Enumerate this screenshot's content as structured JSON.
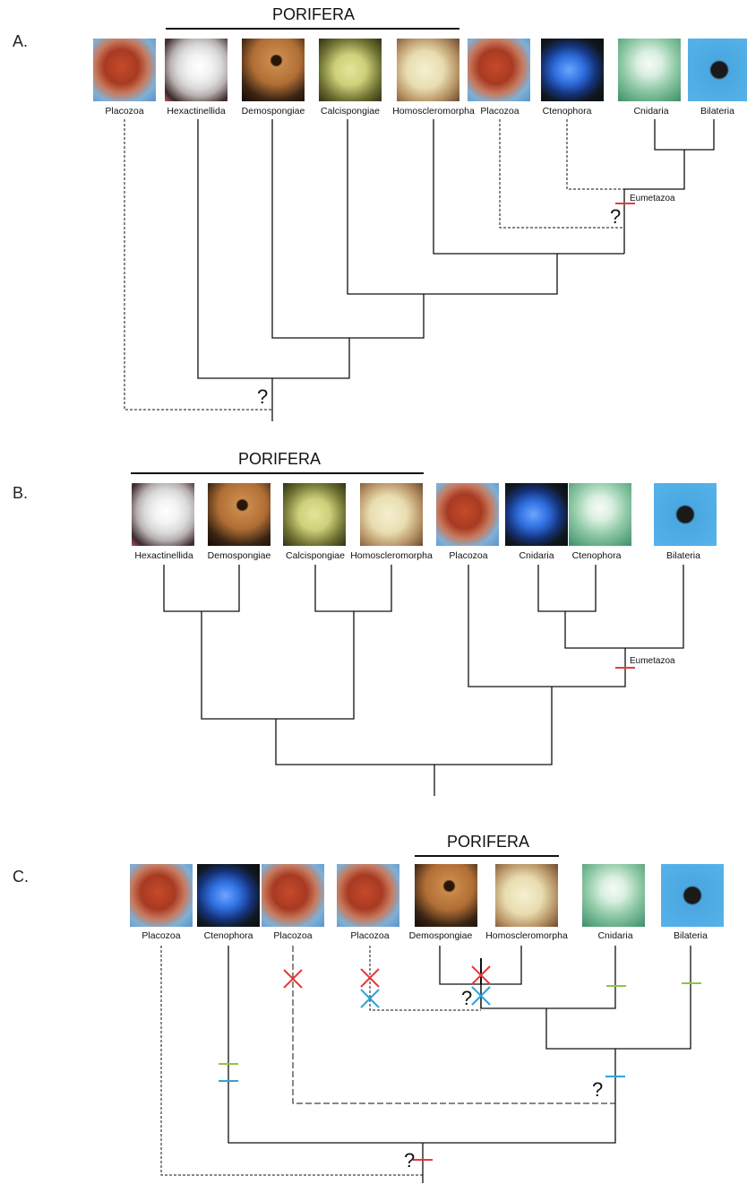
{
  "colors": {
    "red": "#e63b3b",
    "blue": "#2ea3dc",
    "green": "#8fc63f",
    "line": "#111111"
  },
  "panel_a": {
    "letter": "A.",
    "group_title": "PORIFERA",
    "taxa": [
      "Placozoa",
      "Hexactinellida",
      "Demospongiae",
      "Calcispongiae",
      "Homoscleromorpha",
      "Placozoa",
      "Ctenophora",
      "Cnidaria",
      "Bilateria"
    ],
    "clade_label": "Eumetazoa",
    "uncertain_marks": [
      "?",
      "?"
    ]
  },
  "panel_b": {
    "letter": "B.",
    "group_title": "PORIFERA",
    "taxa": [
      "Hexactinellida",
      "Demospongiae",
      "Calcispongiae",
      "Homoscleromorpha",
      "Placozoa",
      "Cnidaria",
      "Ctenophora",
      "Bilateria"
    ],
    "clade_label": "Eumetazoa"
  },
  "panel_c": {
    "letter": "C.",
    "group_title": "PORIFERA",
    "taxa": [
      "Placozoa",
      "Ctenophora",
      "Placozoa",
      "Placozoa",
      "Demospongiae",
      "Homoscleromorpha",
      "Cnidaria",
      "Bilateria"
    ],
    "uncertain_marks": [
      "?",
      "?",
      "?"
    ]
  }
}
